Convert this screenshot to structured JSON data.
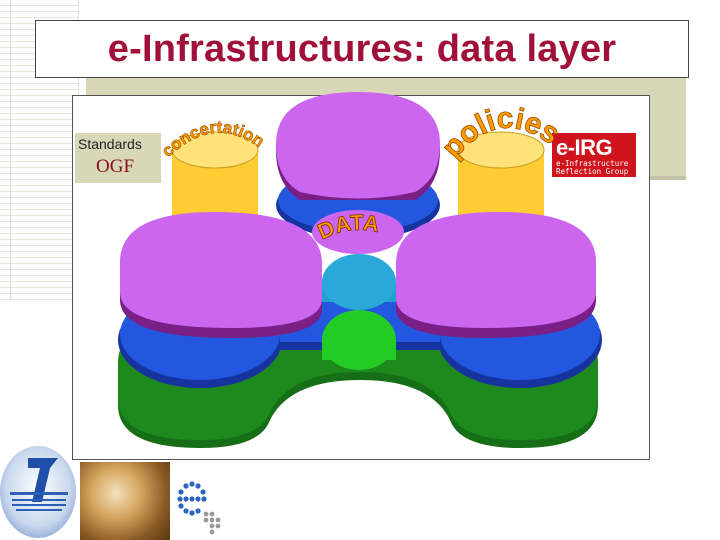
{
  "title": "e-Infrastructures: data layer",
  "labels": {
    "standards": "Standards",
    "ogf": "OGF",
    "concertation": "concertation",
    "policies": "policies",
    "data": "DATA"
  },
  "eirg_logo": {
    "main": "e-IRG",
    "sub_line1": "e-Infrastructure",
    "sub_line2": "Reflection Group"
  },
  "colors": {
    "title": "#a0103a",
    "violet": "#cc66ee",
    "blue": "#2255dd",
    "green": "#1a8a1a",
    "cyan": "#22a0d0",
    "lime": "#22cc22",
    "cylinder": "#ffd24d",
    "wordart": "#ff9a00",
    "eirg_red": "#d0141c"
  },
  "icons": [
    "fp7-logo-icon",
    "egee-logo-icon"
  ]
}
